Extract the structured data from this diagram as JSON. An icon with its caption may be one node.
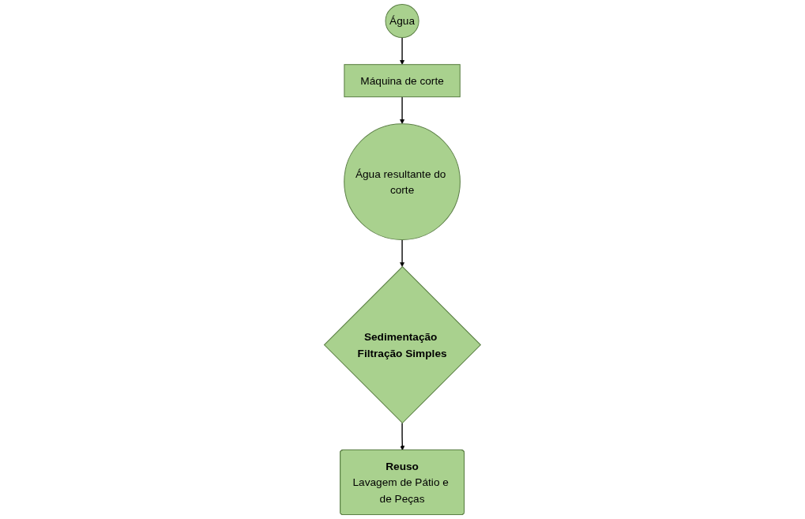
{
  "diagram": {
    "nodes": [
      {
        "text": [
          "Máquina de corte"
        ]
      },
      {
        "text": [
          "Água"
        ]
      },
      {
        "text": [
          "Água resultante do corte"
        ]
      },
      {
        "text": [
          "Sedimentação Filtração Simples"
        ]
      },
      {
        "text": [
          "Reuso",
          "Lavagem de Pátio e de Peças"
        ]
      }
    ],
    "edges": [
      {
        "from": 1,
        "to": 0,
        "arrow": "to"
      },
      {
        "from": 0,
        "to": 2,
        "arrow": "to"
      },
      {
        "from": 2,
        "to": 3,
        "arrow": "to"
      },
      {
        "from": 3,
        "to": 4,
        "arrow": "to"
      }
    ]
  }
}
